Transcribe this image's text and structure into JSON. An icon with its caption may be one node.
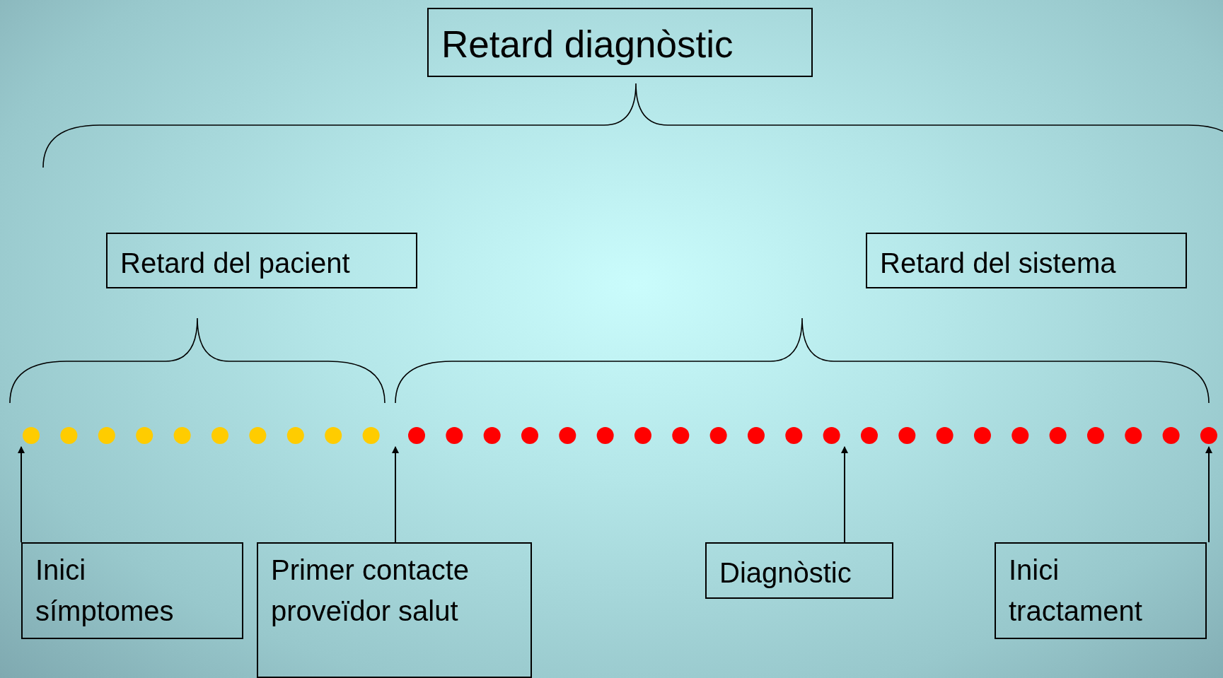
{
  "diagram": {
    "nodes": [
      {
        "text": [
          "Retard diagnòstic"
        ]
      },
      {
        "text": [
          "Retard del pacient"
        ]
      },
      {
        "text": [
          "Retard del sistema"
        ]
      },
      {
        "text": [
          "Inici símptomes"
        ]
      },
      {
        "text": [
          "Primer contacte proveïdor salut"
        ]
      },
      {
        "text": [
          "Diagnòstic"
        ]
      },
      {
        "text": [
          "Inici tractament"
        ]
      }
    ],
    "edges": [
      {
        "from": 3,
        "to": null,
        "arrow": "to"
      },
      {
        "from": 4,
        "to": null,
        "arrow": "to"
      },
      {
        "from": 5,
        "to": null,
        "arrow": "to"
      },
      {
        "from": 6,
        "to": null,
        "arrow": "to"
      }
    ]
  }
}
